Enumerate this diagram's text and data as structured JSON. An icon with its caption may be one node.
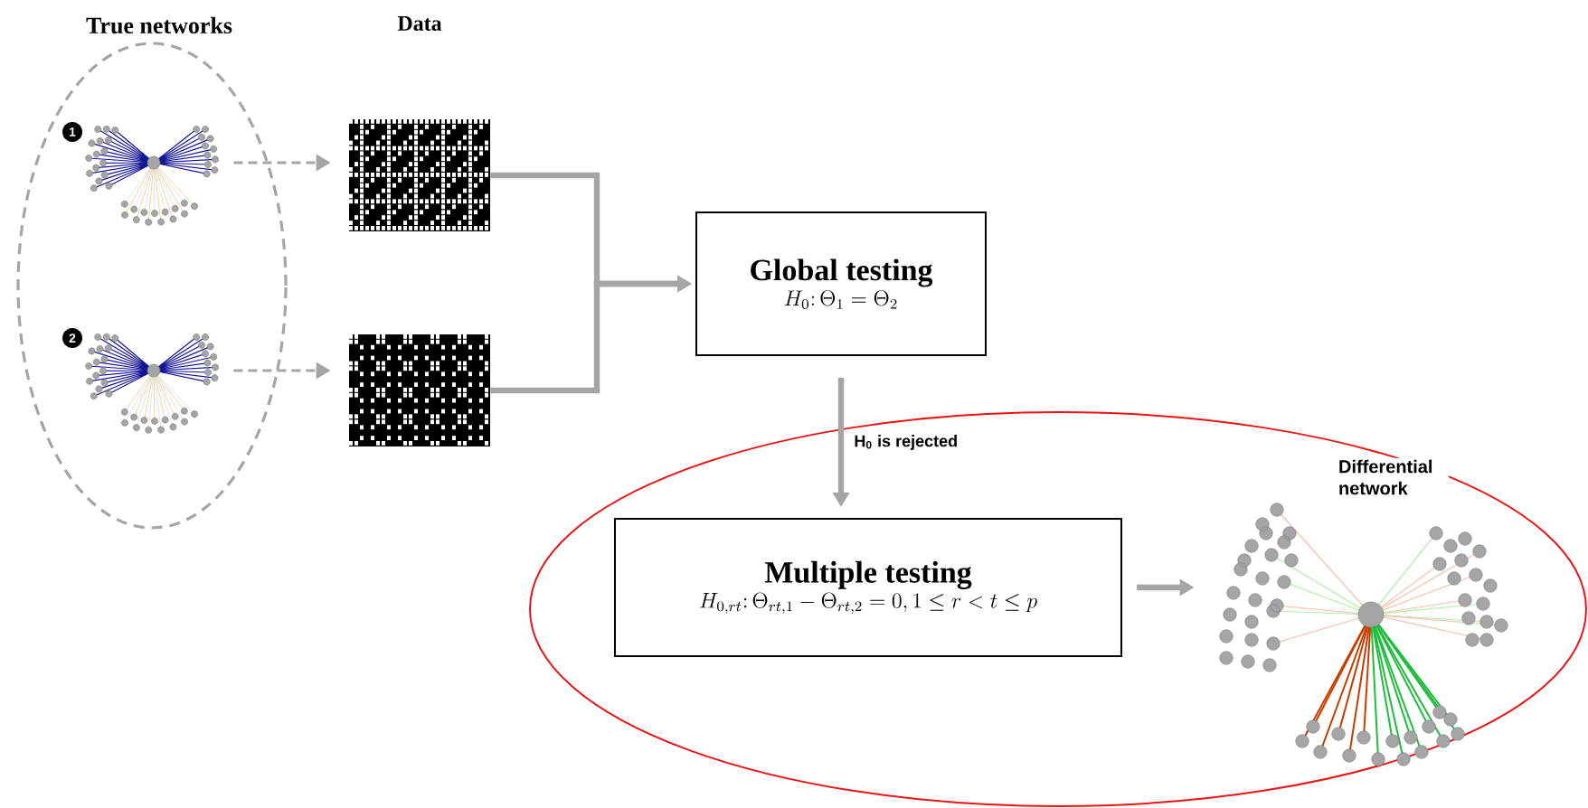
{
  "diagram": {
    "nodes": [
      {
        "text": [
          "True networks"
        ]
      },
      {
        "text": [],
        "shape": "picture",
        "in": 0,
        "beside": [
          "1"
        ]
      },
      {
        "text": [],
        "shape": "picture",
        "in": 0,
        "beside": [
          "2"
        ]
      },
      {
        "text": [],
        "shape": "picture"
      },
      {
        "text": [],
        "shape": "picture"
      },
      {
        "text": [
          "Global testing",
          "H_0\\colon \\Theta_1 = \\Theta_2"
        ]
      },
      {
        "text": [],
        "shape": "ellipse"
      },
      {
        "text": [
          "Multiple testing",
          "H_{0,rt}\\colon \\Theta_{rt,1} - \\Theta_{rt,2} = 0, 1 \\le r < t \\le p"
        ],
        "in": 6
      },
      {
        "text": [
          "Differential network"
        ],
        "in": 6
      }
    ],
    "edges": [
      {
        "from": 1,
        "to": 3,
        "arrow": "to",
        "style": "dashed"
      },
      {
        "from": 2,
        "to": 4,
        "arrow": "to",
        "style": "dashed"
      },
      {
        "from": 3,
        "to": 5,
        "arrow": "to"
      },
      {
        "from": 4,
        "to": 5,
        "arrow": "to"
      },
      {
        "from": 5,
        "to": 7,
        "arrow": "to",
        "label": "H$_{0}$ is rejected"
      },
      {
        "from": 7,
        "to": 8,
        "arrow": "to"
      }
    ],
    "labels": [
      "Data"
    ]
  }
}
